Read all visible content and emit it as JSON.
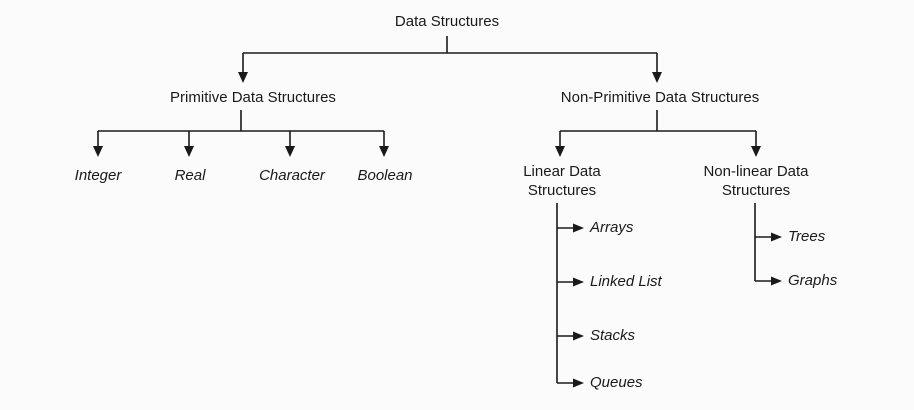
{
  "root": "Data Structures",
  "primitive": {
    "label": "Primitive Data Structures",
    "children": [
      "Integer",
      "Real",
      "Character",
      "Boolean"
    ]
  },
  "non_primitive": {
    "label": "Non-Primitive Data Structures",
    "linear": {
      "label_line1": "Linear Data",
      "label_line2": "Structures",
      "children": [
        "Arrays",
        "Linked List",
        "Stacks",
        "Queues"
      ]
    },
    "non_linear": {
      "label_line1": "Non-linear Data",
      "label_line2": "Structures",
      "children": [
        "Trees",
        "Graphs"
      ]
    }
  }
}
